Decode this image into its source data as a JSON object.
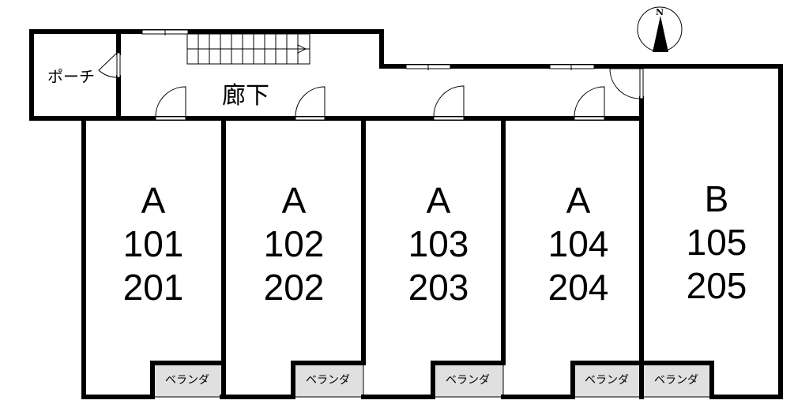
{
  "rooms": {
    "porch": "ポーチ",
    "corridor": "廊下",
    "balcony": "ベランダ"
  },
  "compass": {
    "north": "N"
  },
  "units": [
    {
      "type": "A",
      "floor1": "101",
      "floor2": "201"
    },
    {
      "type": "A",
      "floor1": "102",
      "floor2": "202"
    },
    {
      "type": "A",
      "floor1": "103",
      "floor2": "203"
    },
    {
      "type": "A",
      "floor1": "104",
      "floor2": "204"
    },
    {
      "type": "B",
      "floor1": "105",
      "floor2": "205"
    }
  ]
}
